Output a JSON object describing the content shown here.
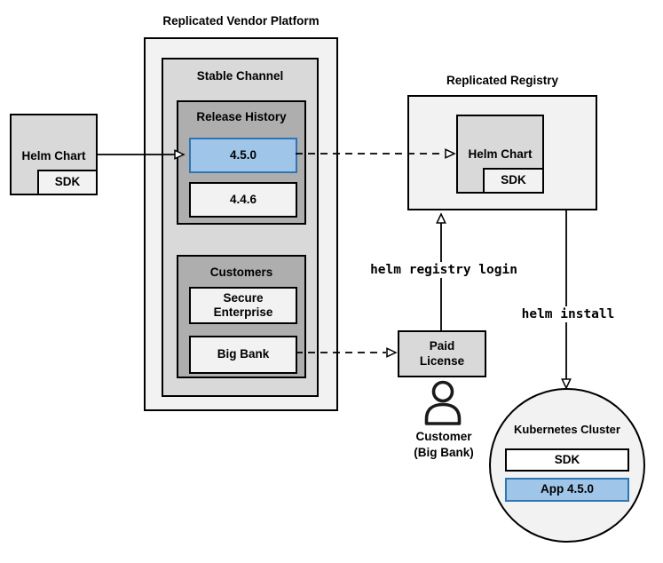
{
  "colors": {
    "highlight_fill": "#9fc5e8",
    "highlight_border": "#2e75b6",
    "highlight_text": "#1f4e79",
    "container_light": "#f2f2f2",
    "container_mid": "#d9d9d9",
    "container_dark": "#aeaeae"
  },
  "vendor_platform": {
    "title": "Replicated Vendor Platform",
    "stable_channel": {
      "title": "Stable Channel",
      "release_history": {
        "title": "Release History",
        "releases": [
          {
            "version": "4.5.0",
            "highlighted": true
          },
          {
            "version": "4.4.6",
            "highlighted": false
          }
        ]
      },
      "customers": {
        "title": "Customers",
        "items": [
          {
            "name": "Secure Enterprise"
          },
          {
            "name": "Big Bank"
          }
        ]
      }
    }
  },
  "helm_chart_source": {
    "label": "Helm Chart",
    "sdk": "SDK"
  },
  "registry": {
    "title": "Replicated Registry",
    "helm_chart": {
      "label": "Helm Chart",
      "sdk": "SDK"
    }
  },
  "commands": {
    "registry_login": "helm registry login",
    "install": "helm install"
  },
  "paid_license": {
    "label": "Paid License"
  },
  "customer": {
    "line1": "Customer",
    "line2": "(Big Bank)"
  },
  "cluster": {
    "title": "Kubernetes Cluster",
    "sdk": "SDK",
    "app": "App 4.5.0"
  }
}
